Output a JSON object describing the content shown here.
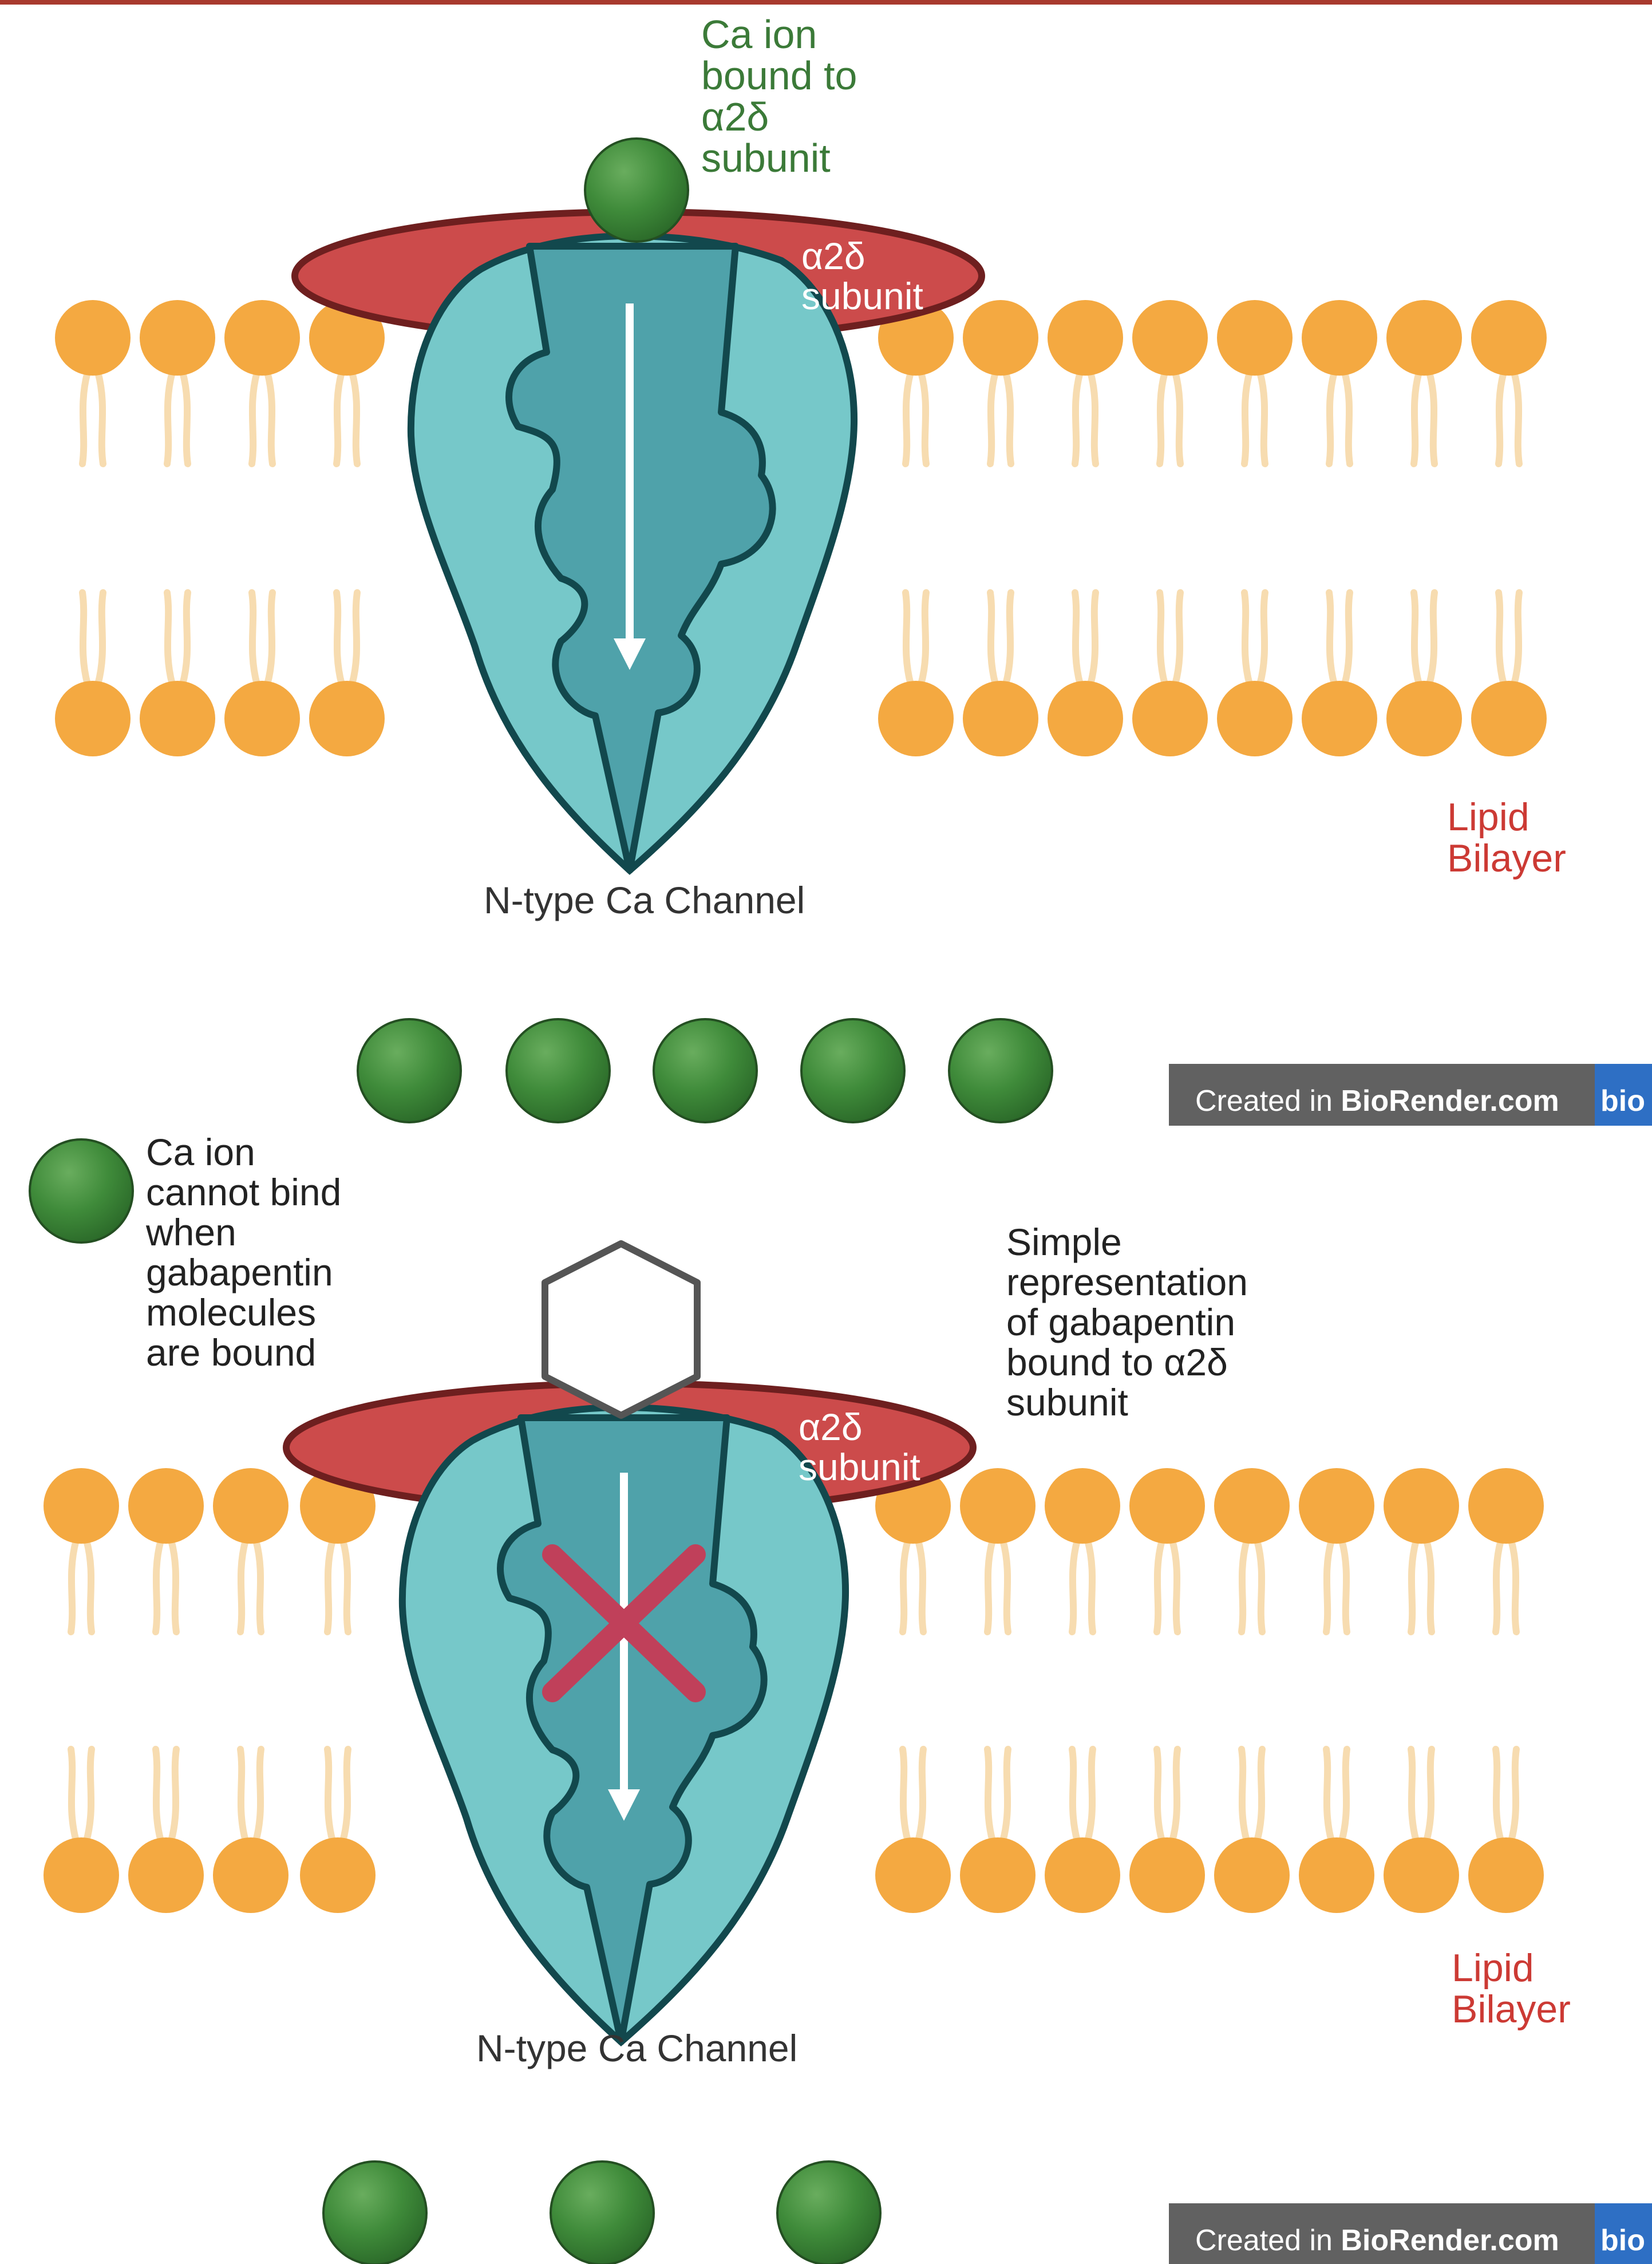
{
  "colors": {
    "header_rule": "#a83a2e",
    "lipid_head": "#f4a941",
    "lipid_tail": "#f7dcb0",
    "a2d_subunit": "#cc4b4b",
    "a2d_outline": "#6e1f1f",
    "channel_outer": "#76c8c9",
    "channel_inner": "#4fa2aa",
    "channel_outline": "#12484d",
    "calcium": "#3f8b3a",
    "block_cross": "#c0405a",
    "badge_bg": "#616161",
    "badge_logo_bg": "#2e6fc4"
  },
  "icons": {
    "calcium_ion": "calcium-ion-icon",
    "gabapentin": "hexagon-icon",
    "block_mark": "cross-icon",
    "ion_flow": "arrow-down-icon"
  },
  "panel1": {
    "ca_label": [
      "Ca ion",
      "bound to",
      "α2δ",
      "subunit"
    ],
    "subunit_label": [
      "α2δ",
      "subunit"
    ],
    "channel_label": "N-type Ca Channel",
    "lipid_label": [
      "Lipid",
      "Bilayer"
    ],
    "badge": {
      "prefix": "Created in ",
      "brand": "BioRender.com",
      "logo": "bio"
    }
  },
  "panel2": {
    "ca_label": [
      "Ca ion",
      "cannot bind",
      "when",
      "gabapentin",
      "molecules",
      "are bound"
    ],
    "gabapentin_label": [
      "Simple",
      "representation",
      "of gabapentin",
      "bound to α2δ",
      "subunit"
    ],
    "subunit_label": [
      "α2δ",
      "subunit"
    ],
    "channel_label": "N-type Ca Channel",
    "lipid_label": [
      "Lipid",
      "Bilayer"
    ],
    "badge": {
      "prefix": "Created in ",
      "brand": "BioRender.com",
      "logo": "bio"
    }
  }
}
